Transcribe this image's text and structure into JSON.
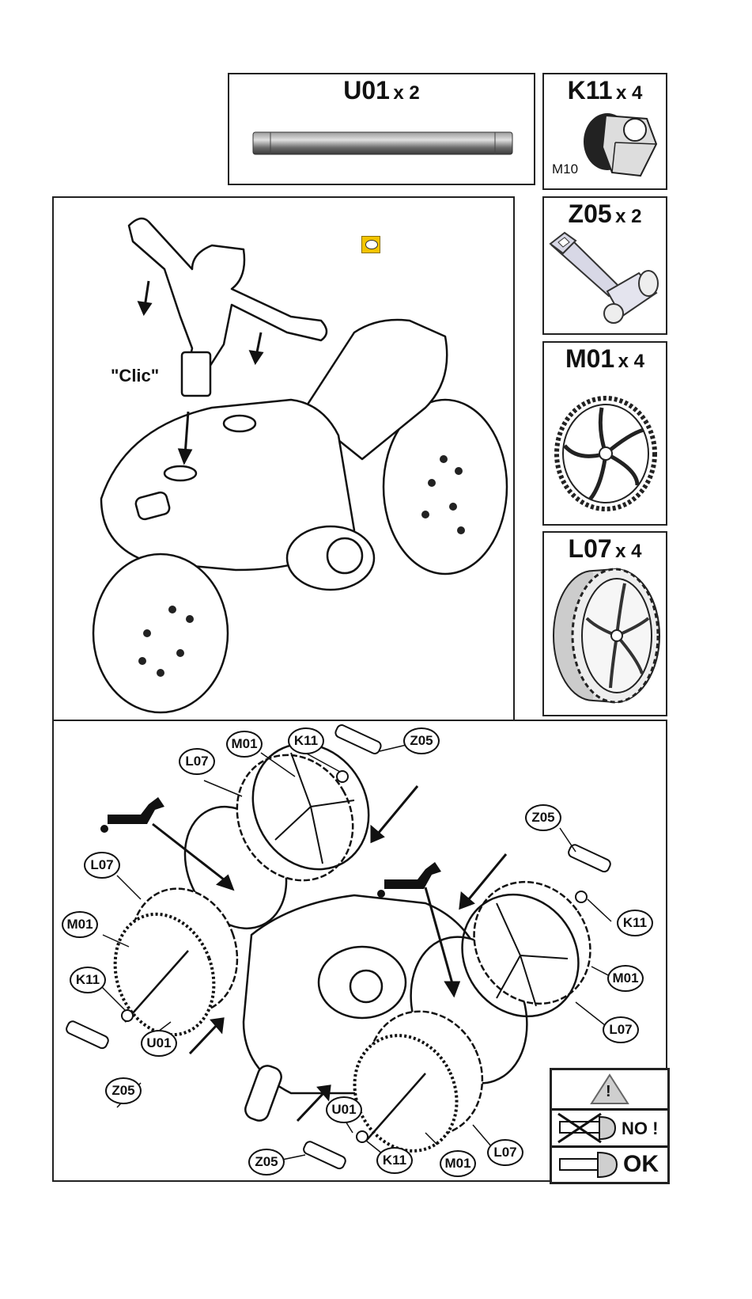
{
  "parts": [
    {
      "id": "u01",
      "code": "U01",
      "qty": "x 2"
    },
    {
      "id": "k11",
      "code": "K11",
      "qty": "x 4",
      "note": "M10"
    },
    {
      "id": "z05",
      "code": "Z05",
      "qty": "x 2"
    },
    {
      "id": "m01",
      "code": "M01",
      "qty": "x 4"
    },
    {
      "id": "l07",
      "code": "L07",
      "qty": "x 4"
    }
  ],
  "step1": {
    "clic_label": "\"Clic\"",
    "note_icon": "speech-bubble-icon"
  },
  "step2": {
    "callouts": {
      "c1": "L07",
      "c2": "M01",
      "c3": "K11",
      "c4": "Z05",
      "c5": "Z05",
      "c6": "L07",
      "c7": "M01",
      "c8": "K11",
      "c9": "U01",
      "c10": "Z05",
      "c11": "K11",
      "c12": "M01",
      "c13": "L07",
      "c14": "U01",
      "c15": "Z05",
      "c16": "K11",
      "c17": "M01",
      "c18": "L07"
    },
    "icons": [
      "oil-can-icon",
      "arrow-icon"
    ]
  },
  "warning": {
    "symbol": "!",
    "no_label": "NO !",
    "ok_label": "OK"
  },
  "colors": {
    "note_icon": "#f2c400",
    "ink": "#111111"
  }
}
